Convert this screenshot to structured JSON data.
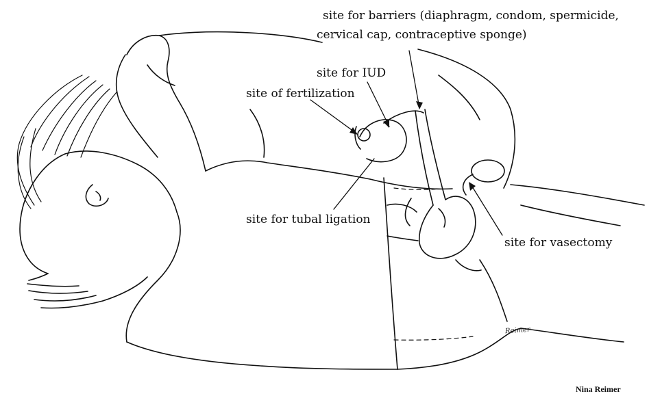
{
  "labels": {
    "barriers_line1": "site for barriers (diaphragm, condom, spermicide,",
    "barriers_line2": "cervical cap, contraceptive sponge)",
    "iud": "site for IUD",
    "fertilization": "site of fertilization",
    "tubal_ligation": "site for tubal ligation",
    "vasectomy": "site for vasectomy"
  },
  "credit": "Nina Reimer",
  "signature": "Reimer"
}
